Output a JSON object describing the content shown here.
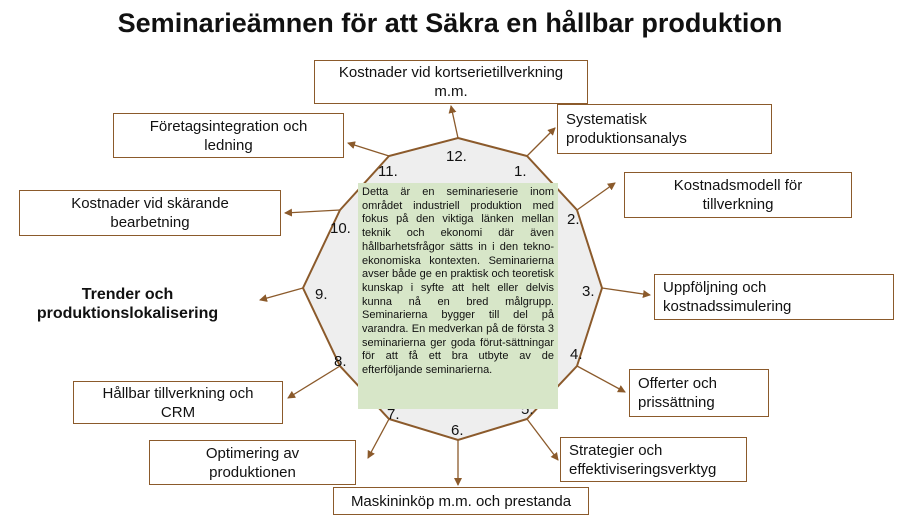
{
  "title": "Seminarieämnen för att Säkra en hållbar produktion",
  "colors": {
    "outline": "#8b5a2b",
    "polygon_fill": "#eeeeee",
    "text_fill": "#d7e6c8"
  },
  "numbers": [
    "1.",
    "2.",
    "3.",
    "4.",
    "5.",
    "6.",
    "7.",
    "8.",
    "9.",
    "10.",
    "11.",
    "12."
  ],
  "topics": {
    "t1": [
      "Systematisk",
      "produktionsanalys"
    ],
    "t2": [
      "Kostnadsmodell för",
      "tillverkning"
    ],
    "t3": [
      "Uppföljning och",
      "kostnadssimulering"
    ],
    "t4": [
      "Offerter och",
      "prissättning"
    ],
    "t5": [
      "Strategier och",
      "effektiviseringsverktyg"
    ],
    "t6": [
      "Maskininköp m.m. och prestanda"
    ],
    "t7": [
      "Optimering av",
      "produktionen"
    ],
    "t8": [
      "Hållbar tillverkning och",
      "CRM"
    ],
    "t9": [
      "Trender och",
      "produktionslokalisering"
    ],
    "t10": [
      "Kostnader vid skärande",
      "bearbetning"
    ],
    "t11": [
      "Företagsintegration och",
      "ledning"
    ],
    "t12": [
      "Kostnader vid kortserietillverkning",
      "m.m."
    ]
  },
  "center_text": "Detta är en seminarieserie inom området industriell produktion med fokus på den viktiga länken mellan teknik och ekonomi där även hållbarhetsfrågor sätts in i den tekno-ekonomiska kontexten. Seminarierna avser både ge en praktisk och teoretisk kunskap i syfte att helt eller delvis kunna nå en bred målgrupp. Seminarierna bygger till del på varandra. En medverkan på de första 3 seminarierna ger goda förut-sättningar för att få ett bra utbyte av de efterföljande seminarierna."
}
